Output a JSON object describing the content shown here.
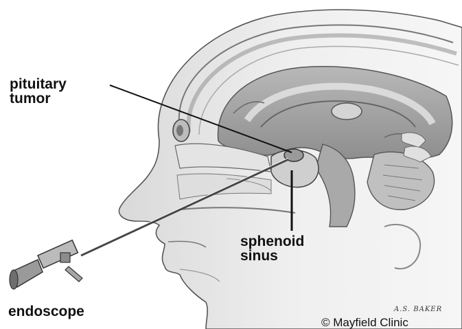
{
  "labels": {
    "pituitary_line1": "pituitary",
    "pituitary_line2": "tumor",
    "sphenoid_line1": "sphenoid",
    "sphenoid_line2": "sinus",
    "endoscope": "endoscope"
  },
  "credit": "© Mayfield Clinic",
  "artist_signature": "A.S. BAKER"
}
